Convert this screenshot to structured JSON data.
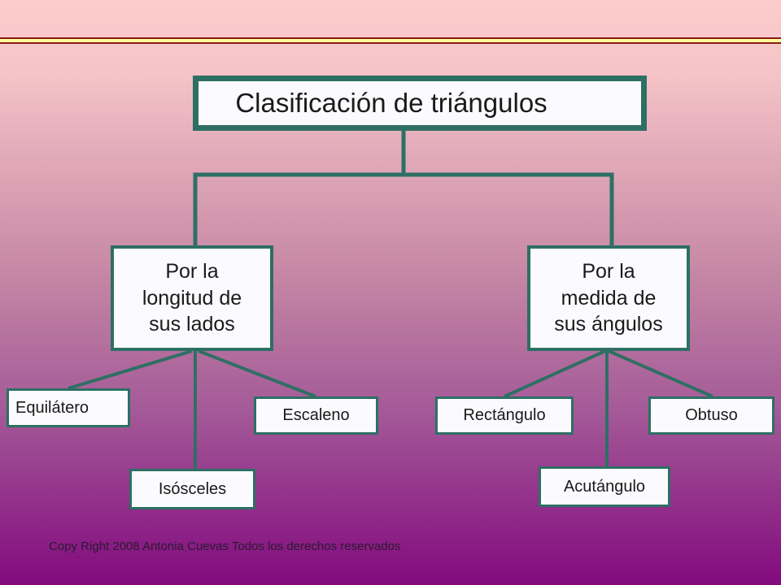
{
  "diagram": {
    "title": "Clasificación de triángulos",
    "categories": [
      {
        "label_lines": [
          "Por la",
          "longitud de",
          "sus lados"
        ],
        "children": [
          "Equilátero",
          "Isósceles",
          "Escaleno"
        ]
      },
      {
        "label_lines": [
          "Por la",
          "medida de",
          "sus ángulos"
        ],
        "children": [
          "Rectángulo",
          "Acutángulo",
          "Obtuso"
        ]
      }
    ]
  },
  "colors": {
    "box_border": "#2e6f64",
    "box_fill": "#fbfbff",
    "top_line": "#ffff99"
  },
  "footer": "Copy Right 2008 Antonia Cuevas Todos los derechos reservados"
}
